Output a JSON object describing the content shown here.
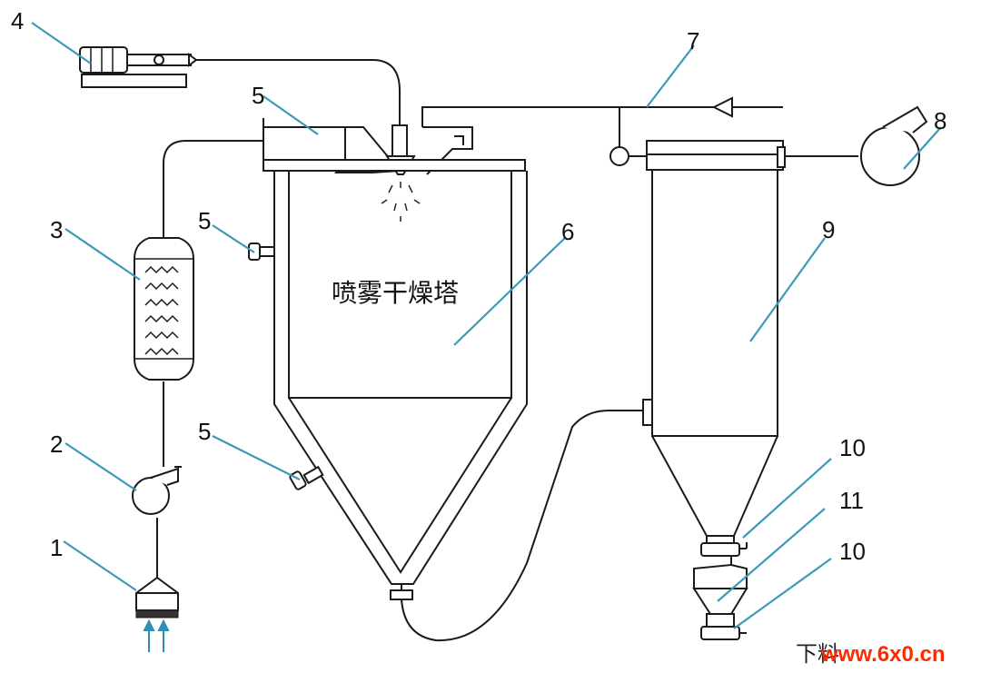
{
  "labels": {
    "n1": "1",
    "n2": "2",
    "n3": "3",
    "n4": "4",
    "n5a": "5",
    "n5b": "5",
    "n5c": "5",
    "n6": "6",
    "n7": "7",
    "n8": "8",
    "n9": "9",
    "n10a": "10",
    "n11": "11",
    "n10b": "10"
  },
  "tower_text": "喷雾干燥塔",
  "discharge_text": "下料",
  "watermark": "www.6x0.cn",
  "colors": {
    "leader": "#3a9ab8",
    "watermark": "#ff2a00",
    "stroke": "#1a1a1a"
  }
}
